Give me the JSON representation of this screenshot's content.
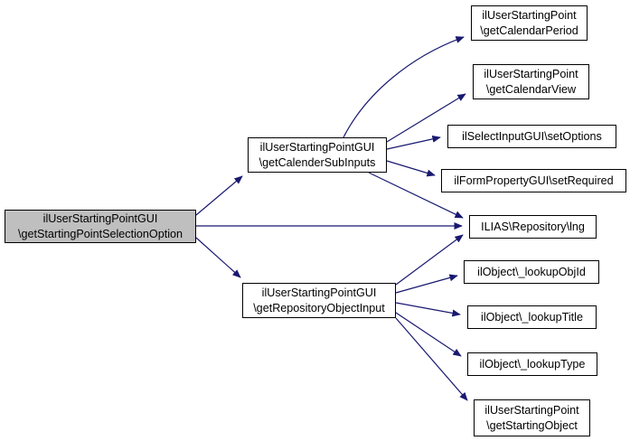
{
  "diagram_type": "call-graph",
  "colors": {
    "background": "#ffffff",
    "edge": "#191970",
    "node_border": "#000000",
    "node_fill": "#ffffff",
    "selected_fill": "#bfbfbf",
    "text": "#000000"
  },
  "nodes": {
    "get_starting_point_selection_option": {
      "line1": "ilUserStartingPointGUI",
      "line2": "\\getStartingPointSelectionOption"
    },
    "get_calender_sub_inputs": {
      "line1": "ilUserStartingPointGUI",
      "line2": "\\getCalenderSubInputs"
    },
    "get_repository_object_input": {
      "line1": "ilUserStartingPointGUI",
      "line2": "\\getRepositoryObjectInput"
    },
    "get_calendar_period": {
      "line1": "ilUserStartingPoint",
      "line2": "\\getCalendarPeriod"
    },
    "get_calendar_view": {
      "line1": "ilUserStartingPoint",
      "line2": "\\getCalendarView"
    },
    "set_options": {
      "line1": "ilSelectInputGUI\\setOptions"
    },
    "set_required": {
      "line1": "ilFormPropertyGUI\\setRequired"
    },
    "lng": {
      "line1": "ILIAS\\Repository\\lng"
    },
    "lookup_obj_id": {
      "line1": "ilObject\\_lookupObjId"
    },
    "lookup_title": {
      "line1": "ilObject\\_lookupTitle"
    },
    "lookup_type": {
      "line1": "ilObject\\_lookupType"
    },
    "get_starting_object": {
      "line1": "ilUserStartingPoint",
      "line2": "\\getStartingObject"
    }
  },
  "edges": [
    {
      "from": "get_starting_point_selection_option",
      "to": "get_calender_sub_inputs"
    },
    {
      "from": "get_starting_point_selection_option",
      "to": "lng"
    },
    {
      "from": "get_starting_point_selection_option",
      "to": "get_repository_object_input"
    },
    {
      "from": "get_calender_sub_inputs",
      "to": "get_calendar_period"
    },
    {
      "from": "get_calender_sub_inputs",
      "to": "get_calendar_view"
    },
    {
      "from": "get_calender_sub_inputs",
      "to": "set_options"
    },
    {
      "from": "get_calender_sub_inputs",
      "to": "set_required"
    },
    {
      "from": "get_calender_sub_inputs",
      "to": "lng"
    },
    {
      "from": "get_repository_object_input",
      "to": "lng"
    },
    {
      "from": "get_repository_object_input",
      "to": "lookup_obj_id"
    },
    {
      "from": "get_repository_object_input",
      "to": "lookup_title"
    },
    {
      "from": "get_repository_object_input",
      "to": "lookup_type"
    },
    {
      "from": "get_repository_object_input",
      "to": "get_starting_object"
    }
  ]
}
